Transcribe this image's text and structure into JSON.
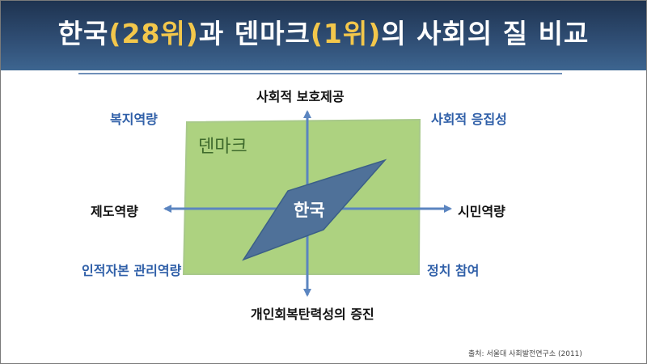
{
  "title": {
    "part1": "한국",
    "rank1": "(28위)",
    "part2": "과 덴마크",
    "rank2": "(1위)",
    "part3": "의 사회의 질 비교"
  },
  "axes": {
    "top": "사회적 보호제공",
    "bottom": "개인회복탄력성의 증진",
    "left": "제도역량",
    "right": "시민역량"
  },
  "quadrants": {
    "top_left": "복지역량",
    "top_right": "사회적 응집성",
    "bottom_left": "인적자본 관리역량",
    "bottom_right": "정치 참여"
  },
  "shapes": {
    "denmark": "덴마크",
    "korea": "한국"
  },
  "colors": {
    "denmark_fill": "#9fca6a",
    "korea_fill": "#4f7199",
    "axis": "#5b85c0",
    "title_highlight": "#f3c74b"
  },
  "source": "출처: 서울대 사회발전연구소 (2011)"
}
